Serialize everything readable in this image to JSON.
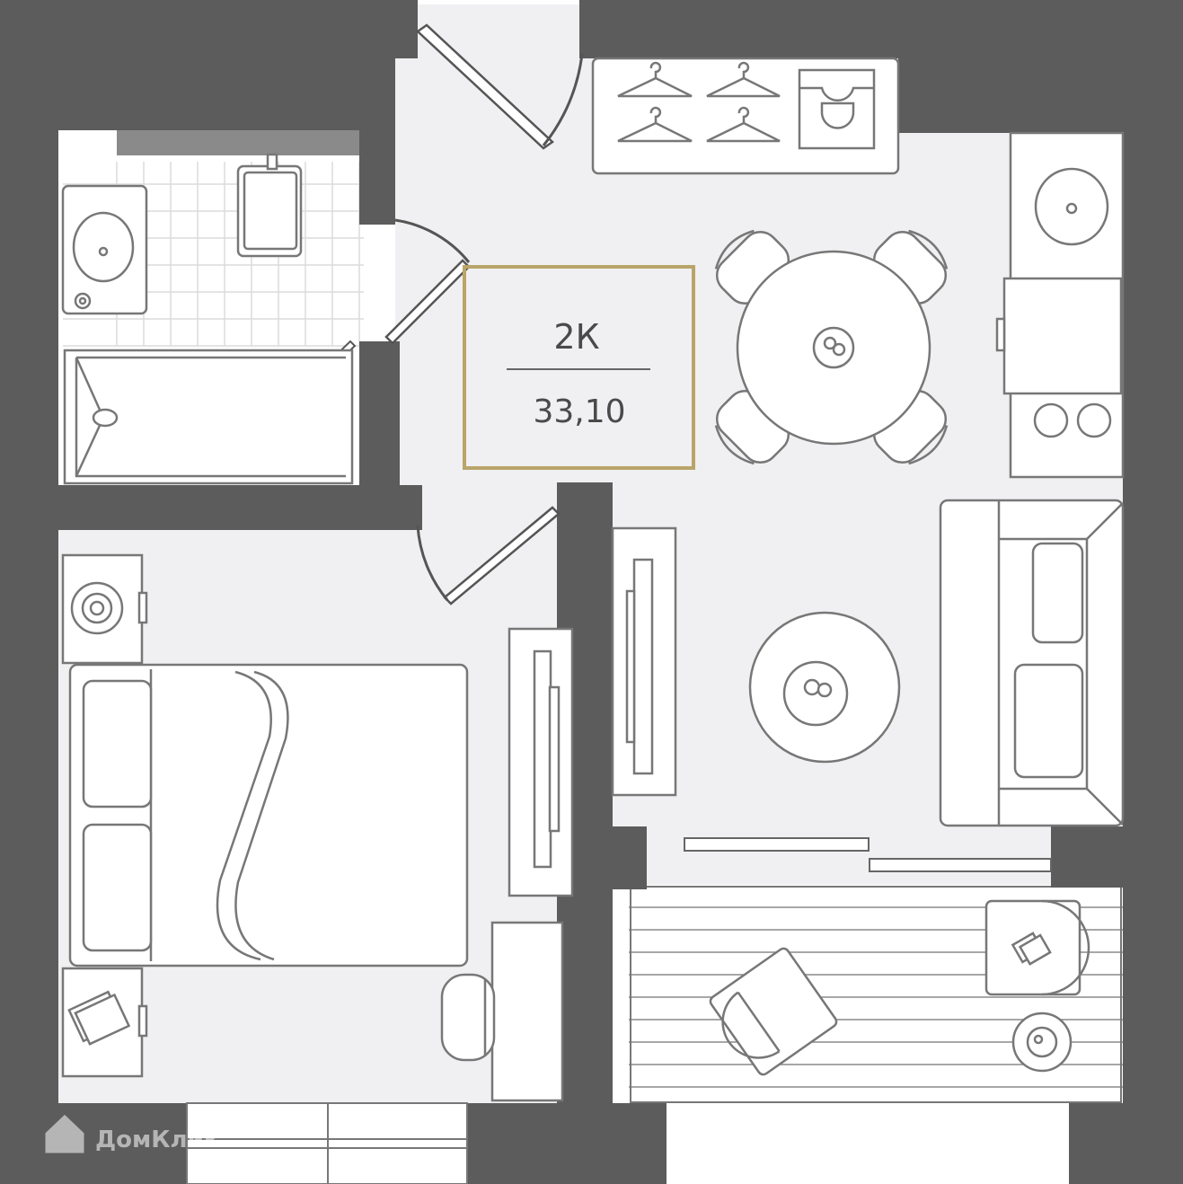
{
  "unit": {
    "type_label": "2К",
    "area_label": "33,10"
  },
  "watermark": {
    "text": "ДомКлик",
    "icon": "house-logo-icon"
  },
  "colors": {
    "wall": "#5c5c5c",
    "floor": "#f0f0f2",
    "line": "#777777",
    "accent": "#b9a56a",
    "white": "#ffffff"
  }
}
